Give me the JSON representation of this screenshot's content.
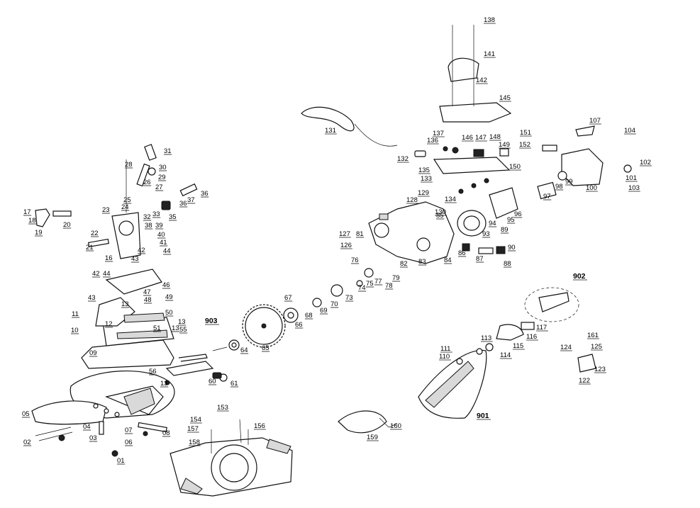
{
  "diagram": {
    "type": "exploded-parts-view",
    "labels": [
      "01",
      "02",
      "03",
      "04",
      "05",
      "06",
      "07",
      "08",
      "09",
      "10",
      "11",
      "12",
      "13",
      "13",
      "13",
      "13",
      "16",
      "17",
      "18",
      "19",
      "20",
      "21",
      "22",
      "23",
      "24",
      "25",
      "26",
      "27",
      "28",
      "29",
      "30",
      "31",
      "32",
      "33",
      "35",
      "36",
      "36",
      "37",
      "38",
      "39",
      "40",
      "41",
      "42",
      "42",
      "43",
      "43",
      "44",
      "44",
      "46",
      "47",
      "48",
      "49",
      "50",
      "51",
      "55",
      "56",
      "60",
      "61",
      "64",
      "65",
      "66",
      "67",
      "68",
      "69",
      "70",
      "73",
      "74",
      "75",
      "76",
      "77",
      "78",
      "79",
      "81",
      "82",
      "83",
      "84",
      "85",
      "86",
      "87",
      "88",
      "89",
      "90",
      "93",
      "94",
      "95",
      "96",
      "97",
      "98",
      "99",
      "100",
      "101",
      "102",
      "103",
      "104",
      "107",
      "110",
      "111",
      "113",
      "114",
      "115",
      "116",
      "117",
      "122",
      "123",
      "124",
      "125",
      "126",
      "127",
      "128",
      "129",
      "130",
      "131",
      "132",
      "133",
      "134",
      "135",
      "136",
      "137",
      "138",
      "141",
      "142",
      "145",
      "146",
      "147",
      "148",
      "149",
      "150",
      "151",
      "152",
      "153",
      "154",
      "156",
      "157",
      "158",
      "159",
      "160",
      "161",
      "901",
      "902",
      "903"
    ]
  }
}
